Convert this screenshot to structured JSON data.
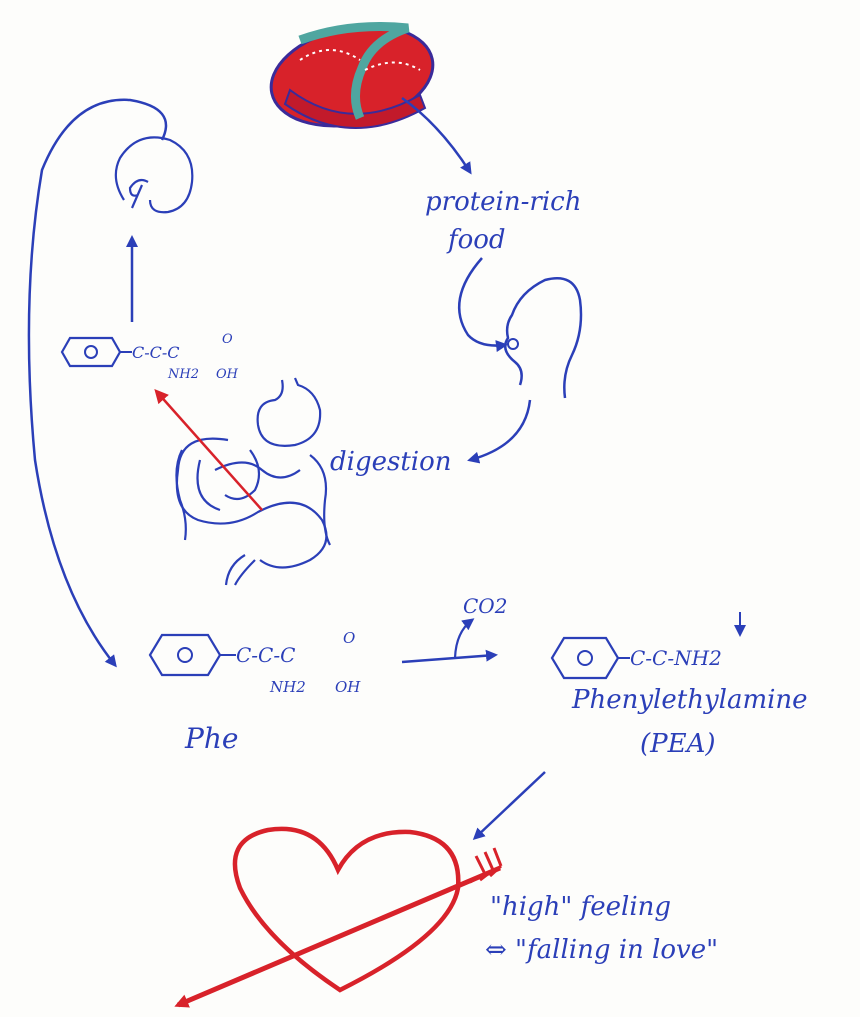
{
  "colors": {
    "ink": "#2b3fb8",
    "accent": "#d8222a",
    "steak_fat": "#4fa6a0"
  },
  "labels": {
    "food": [
      "protein-rich",
      "food"
    ],
    "digestion": "digestion",
    "phe": "Phe",
    "pea_name": [
      "Phenylethylamine",
      "(PEA)"
    ],
    "co2": "CO2",
    "feeling": [
      "\"high\" feeling",
      "⇔ \"falling in love\""
    ]
  },
  "structures": {
    "phe_top": {
      "chain": "C-C-C",
      "oxo": "O",
      "amine": "NH2",
      "hydroxyl": "OH"
    },
    "phe_mid": {
      "chain": "C-C-C",
      "oxo": "O",
      "amine": "NH2",
      "hydroxyl": "OH"
    },
    "pea": {
      "chain": "C-C-NH2"
    }
  },
  "icons": [
    "steak-icon",
    "brain-icon",
    "head-profile-icon",
    "digestive-tract-icon",
    "heart-with-arrow-icon"
  ]
}
